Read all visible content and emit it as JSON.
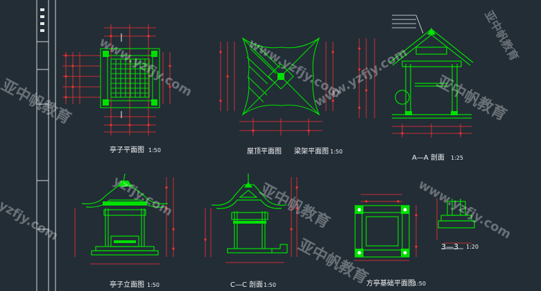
{
  "drawing": {
    "background": "#222d36",
    "colors": {
      "line": "#00e000",
      "dimension": "#ff3030",
      "text": "#f5f5f5",
      "frame": "#d9d9d9"
    },
    "labels": {
      "pavilion_plan": "亭子平面图",
      "pavilion_plan_scale": "1:50",
      "roof_plan": "屋顶平面图",
      "frame_plan": "梁架平面图",
      "frame_plan_scale": "1:50",
      "section_aa": "A—A 剖面",
      "section_aa_scale": "1:25",
      "pavilion_elevation": "亭子立面图",
      "pavilion_elevation_scale": "1:50",
      "section_cc": "C—C 剖面",
      "section_cc_scale": "1:50",
      "foundation_plan": "方亭基础平面图",
      "foundation_plan_scale": "1:50",
      "detail_33": "3—3",
      "detail_33_scale": "1:20"
    },
    "watermarks": [
      "www.yzfjy.com",
      "亚中帆教育",
      "www.yzfjy.com",
      "亚中帆教育",
      "www.yzfjy.com",
      "亚中帆教育",
      "yzfjy.com",
      "www.yzfjy.com",
      "亚中帆教育",
      "yzfjy.com",
      "亚中帆教育"
    ]
  }
}
